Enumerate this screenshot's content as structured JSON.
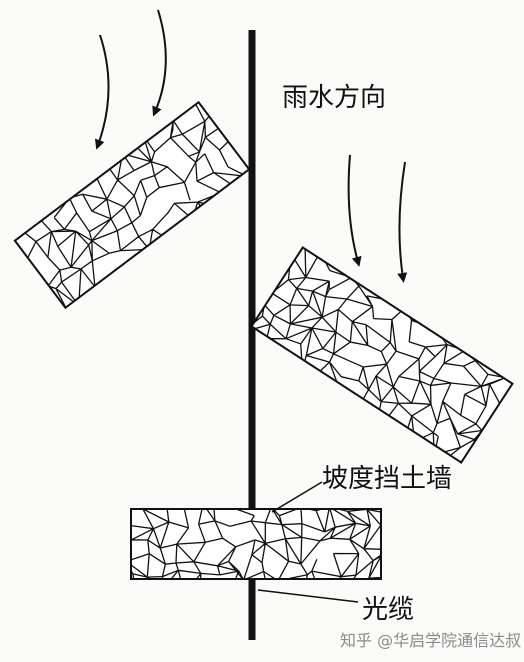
{
  "labels": {
    "rain_direction": "雨水方向",
    "retaining_wall": "坡度挡土墙",
    "fiber_cable": "光缆"
  },
  "watermark": {
    "text": "知乎 @华启学院通信达叔"
  },
  "colors": {
    "ink": "#111111",
    "background": "#fbfbfa",
    "watermark": "#8a8a8a"
  },
  "icons": {
    "rain_arrows": "curved-down-arrow"
  }
}
